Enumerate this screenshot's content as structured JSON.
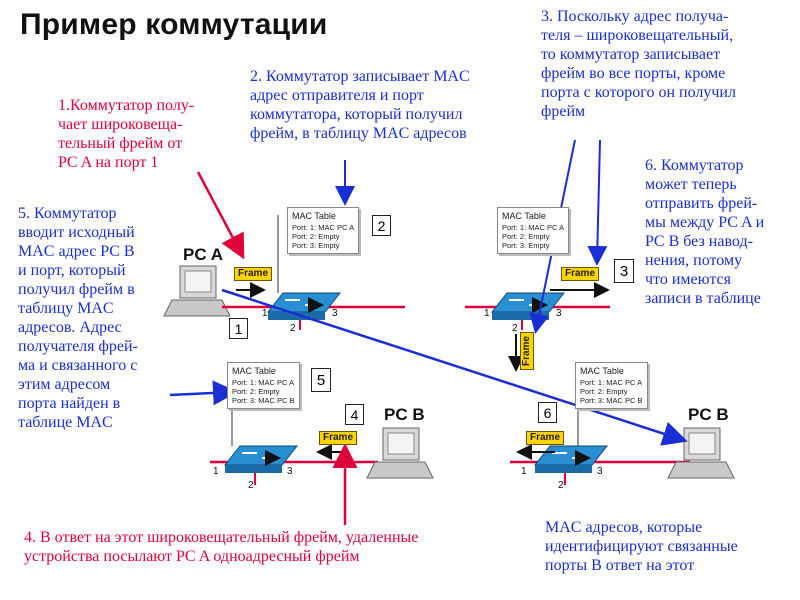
{
  "title": "Пример коммутации",
  "notes": {
    "n1": "1.Коммутатор полу-\nчает широковеща-\nтельный фрейм от\nPC A на порт 1",
    "n2": "2. Коммутатор записывает MAC\nадрес отправителя и порт\nкоммутатора, который получил\nфрейм, в таблицу MAC адресов",
    "n3": "3. Поскольку адрес получа-\nтеля – широковещательный,\nто коммутатор записывает\nфрейм во все порты, кроме\nпорта с которого он получил\nфрейм",
    "n4": "4. В ответ на этот широковещательный фрейм, удаленные\nустройства посылают PC A одноадресный фрейм",
    "n5": "5. Коммутатор\nвводит исходный\nMAC адрес PC B\nи порт, который\nполучил фрейм в\nтаблицу MAC\nадресов. Адрес\nполучателя фрей-\nма и связанного с\nэтим адресом\nпорта найден в\nтаблице MAC",
    "n6": "6. Коммутатор\nможет теперь\nотправить фрей-\nмы между PC A и\nPC B без навод-\nнения, потому\nчто имеются\nзаписи в таблице",
    "n7": "MAC адресов, которые\nидентифицируют связанные\nпорты В ответ на этот"
  },
  "mac_tables": {
    "t1": {
      "header": "MAC Table",
      "rows": [
        "Port:  1: MAC PC A",
        "Port:  2: Empty",
        "Port:  3: Empty"
      ]
    },
    "t2": {
      "header": "MAC Table",
      "rows": [
        "Port:  1: MAC PC A",
        "Port:  2: Empty",
        "Port:  3: Empty"
      ]
    },
    "t3": {
      "header": "MAC Table",
      "rows": [
        "Port:  1: MAC PC A",
        "Port:  2: Empty",
        "Port:  3: MAC PC B"
      ]
    },
    "t4": {
      "header": "MAC Table",
      "rows": [
        "Port:  1: MAC PC A",
        "Port:  2: Empty",
        "Port:  3: MAC PC B"
      ]
    }
  },
  "steps": {
    "s1": "1",
    "s2": "2",
    "s3": "3",
    "s4": "4",
    "s5": "5",
    "s6": "6"
  },
  "frame_label": "Frame",
  "pc_labels": {
    "pca": "PC A",
    "pcb": "PC B"
  },
  "port_numbers": {
    "p1": "1",
    "p2": "2",
    "p3": "3"
  },
  "colors": {
    "red_text": "#e0003a",
    "blue_text": "#1a2ed6",
    "link_red": "#e0003a",
    "frame_yellow": "#ffd400",
    "switch_blue": "#2a8fd0"
  }
}
